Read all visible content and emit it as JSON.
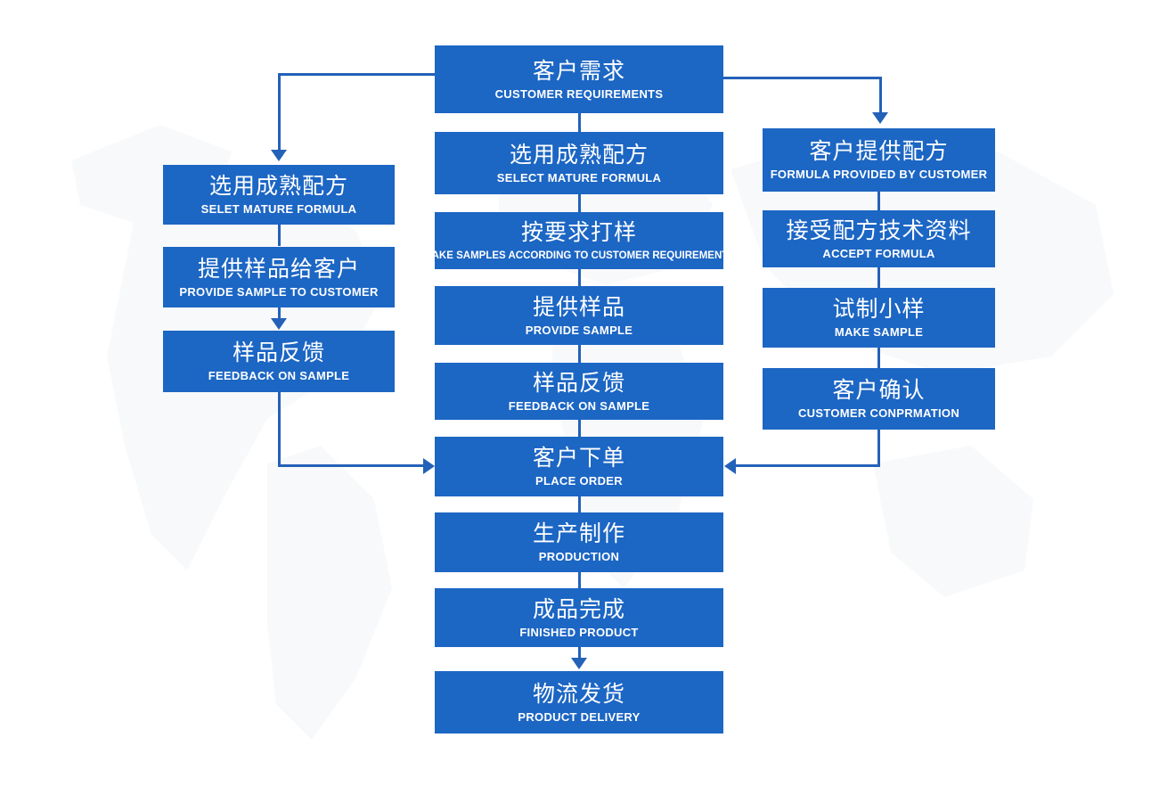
{
  "diagram": {
    "title_cn": "客户需求",
    "colors": {
      "box_fill": "#1c66c4",
      "connector": "#2461b8",
      "text": "#ffffff",
      "background": "#ffffff"
    },
    "nodes": {
      "start": {
        "cn": "客户需求",
        "en": "CUSTOMER REQUIREMENTS"
      },
      "left": [
        {
          "cn": "选用成熟配方",
          "en": "SELET MATURE FORMULA"
        },
        {
          "cn": "提供样品给客户",
          "en": "PROVIDE SAMPLE TO CUSTOMER"
        },
        {
          "cn": "样品反馈",
          "en": "FEEDBACK ON SAMPLE"
        }
      ],
      "center": [
        {
          "cn": "选用成熟配方",
          "en": "SELECT MATURE FORMULA"
        },
        {
          "cn": "按要求打样",
          "en": "MAKE SAMPLES ACCORDING TO CUSTOMER REQUIREMENTS"
        },
        {
          "cn": "提供样品",
          "en": "PROVIDE SAMPLE"
        },
        {
          "cn": "样品反馈",
          "en": "FEEDBACK ON SAMPLE"
        },
        {
          "cn": "客户下单",
          "en": "PLACE ORDER"
        },
        {
          "cn": "生产制作",
          "en": "PRODUCTION"
        },
        {
          "cn": "成品完成",
          "en": "FINISHED PRODUCT"
        },
        {
          "cn": "物流发货",
          "en": "PRODUCT DELIVERY"
        }
      ],
      "right": [
        {
          "cn": "客户提供配方",
          "en": "FORMULA PROVIDED BY CUSTOMER"
        },
        {
          "cn": "接受配方技术资料",
          "en": "ACCEPT FORMULA"
        },
        {
          "cn": "试制小样",
          "en": "MAKE SAMPLE"
        },
        {
          "cn": "客户确认",
          "en": "CUSTOMER CONPRMATION"
        }
      ]
    }
  }
}
